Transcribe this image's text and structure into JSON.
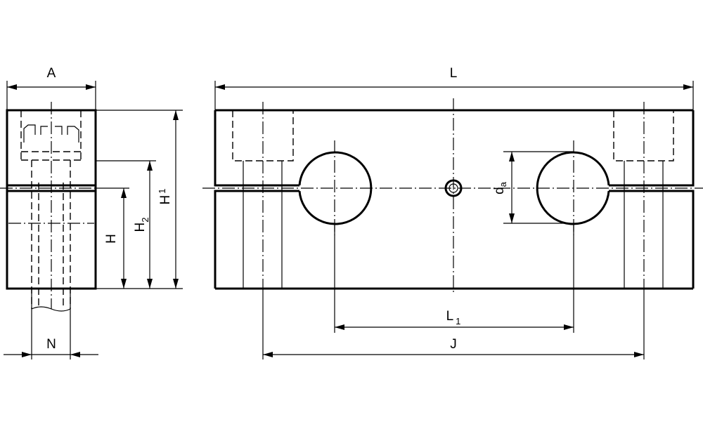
{
  "labels": {
    "A": "A",
    "H": "H",
    "H2": {
      "main": "H",
      "sub": "2"
    },
    "H1": {
      "main": "H",
      "sub": "1"
    },
    "N": "N",
    "L": "L",
    "L1": {
      "main": "L",
      "sub": "1"
    },
    "J": "J",
    "da": {
      "main": "d",
      "sub": "a"
    }
  }
}
